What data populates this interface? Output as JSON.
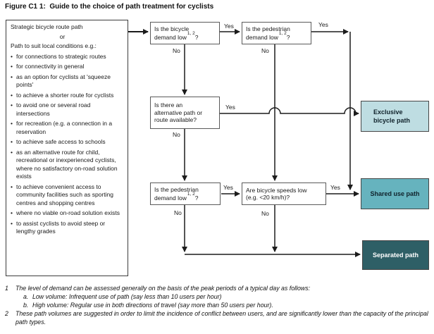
{
  "title": "Figure C1 1:  Guide to the choice of path treatment for cyclists",
  "labels": {
    "yes": "Yes",
    "no": "No"
  },
  "source_box": {
    "heading": "Strategic bicycle route path",
    "or_text": "or",
    "subheading": "Path to suit local conditions e.g.:",
    "bullets": [
      "for connections to strategic routes",
      "for connectivity in general",
      "as an option for cyclists at 'squeeze points'",
      "to achieve a shorter route for cyclists",
      "to avoid one or several road intersections",
      "for recreation (e.g. a connection in a reservation",
      "to achieve safe access to schools",
      "as an alternative route for child, recreational or inexperienced cyclists, where no satisfactory on-road solution exists",
      "to achieve convenient access to community facilities such as sporting centres and shopping centres",
      "where no viable on-road solution exists",
      "to assist cyclists to avoid steep or lengthy grades"
    ]
  },
  "decisions": {
    "bicycle_demand": {
      "text": "Is the bicycle demand low",
      "sup": "1, 2",
      "q": "?"
    },
    "pedestrian_demand_top": {
      "text": "Is the pedestrian demand low",
      "sup": "1, 2",
      "q": "?"
    },
    "alternative_route": {
      "text": "Is there an alternative path or route available",
      "sup": "",
      "q": "?"
    },
    "pedestrian_demand_bot": {
      "text": "Is the pedestrian demand low",
      "sup": "1, 2",
      "q": "?"
    },
    "bicycle_speeds": {
      "text": "Are bicycle speeds low (e.g. <20 km/h)",
      "sup": "",
      "q": "?"
    }
  },
  "outcomes": {
    "exclusive": {
      "label": "Exclusive bicycle path",
      "color": "#bedde2"
    },
    "shared": {
      "label": "Shared use path",
      "color": "#66b3be"
    },
    "separated": {
      "label": "Separated path",
      "color": "#2e5f66"
    }
  },
  "line_color": "#1c1c1c",
  "footnotes": {
    "n1": {
      "num": "1",
      "text": "The level of demand can be assessed generally on the basis of the peak periods of a typical day as follows:"
    },
    "n1a": {
      "num": "a.",
      "text": "Low volume: Infrequent use of path (say less than 10 users per hour)"
    },
    "n1b": {
      "num": "b.",
      "text": "High volume: Regular use in both directions of travel (say more than 50 users per hour)."
    },
    "n2": {
      "num": "2",
      "text": "These path volumes are suggested in order to limit the incidence of conflict between users, and are significantly lower than the capacity of the principal path types."
    }
  }
}
